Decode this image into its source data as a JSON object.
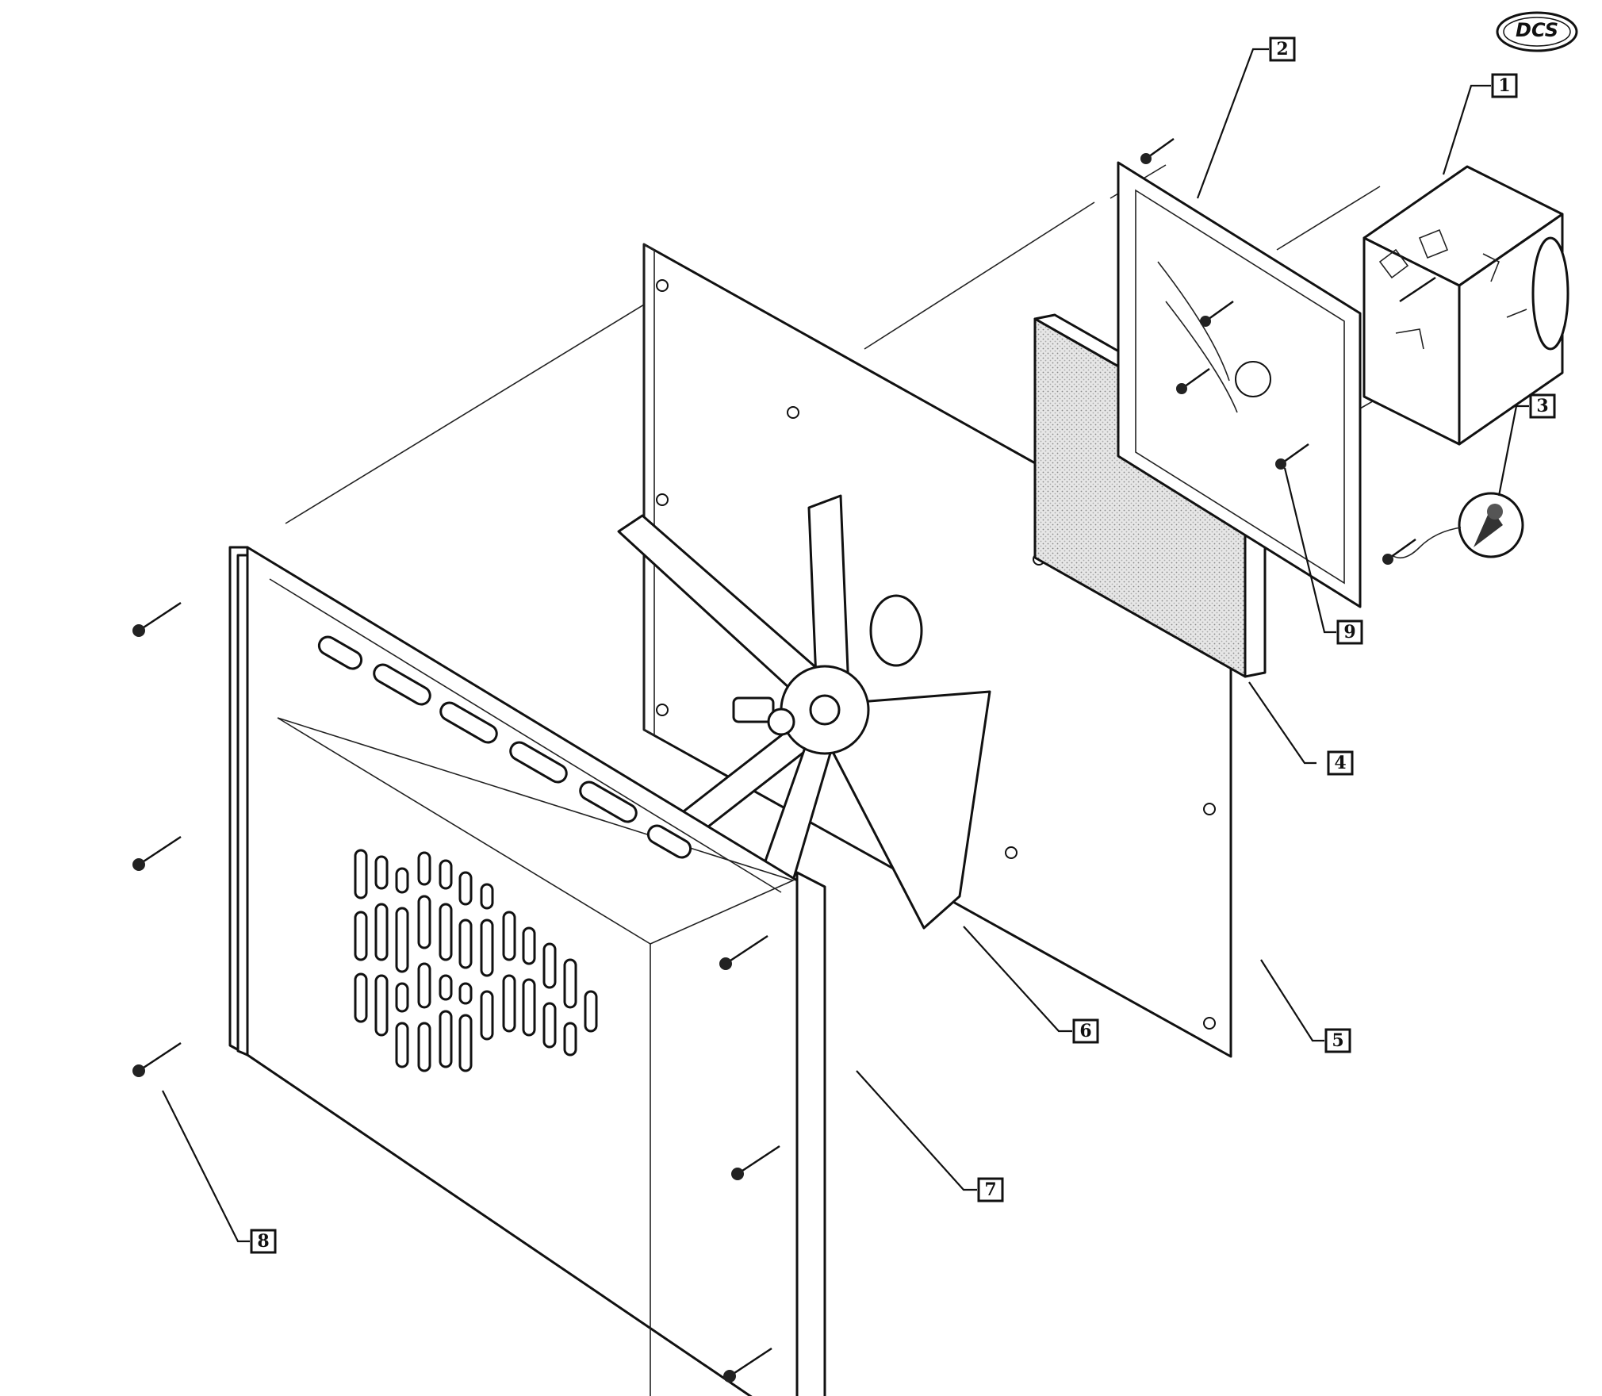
{
  "logo": {
    "text": "DCS"
  },
  "callouts": [
    {
      "id": "1",
      "label": "1"
    },
    {
      "id": "2",
      "label": "2"
    },
    {
      "id": "3",
      "label": "3"
    },
    {
      "id": "4",
      "label": "4"
    },
    {
      "id": "5",
      "label": "5"
    },
    {
      "id": "6",
      "label": "6"
    },
    {
      "id": "7",
      "label": "7"
    },
    {
      "id": "8",
      "label": "8"
    },
    {
      "id": "9",
      "label": "9"
    }
  ]
}
